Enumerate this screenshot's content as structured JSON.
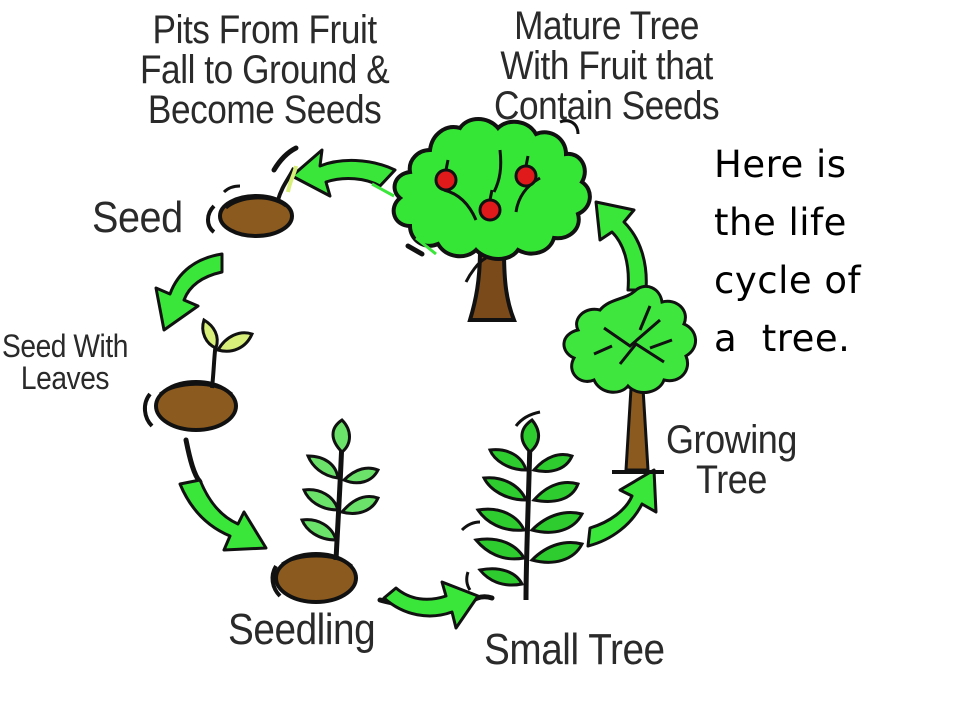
{
  "stages": {
    "pits": [
      "Pits From Fruit",
      "Fall to Ground &",
      "Become Seeds"
    ],
    "mature": [
      "Mature Tree",
      "With Fruit that",
      "Contain Seeds"
    ],
    "seed": "Seed",
    "seed_with_leaves": [
      "Seed With",
      "Leaves"
    ],
    "seedling": "Seedling",
    "small_tree": "Small Tree",
    "growing_tree": [
      "Growing",
      "Tree"
    ]
  },
  "caption": [
    "Here is",
    "the life",
    "cycle of",
    "a  tree."
  ],
  "colors": {
    "leaf_green": "#2ee62e",
    "arrow_green": "#39e639",
    "pale_leaf": "#d8f07a",
    "soil_brown": "#8b5a1e",
    "trunk_brown": "#7a4a1a",
    "fruit_red": "#e01a1a",
    "outline": "#111111"
  },
  "icons": [
    "arrow-icon",
    "seed-icon",
    "sprout-icon",
    "seedling-icon",
    "small-tree-icon",
    "growing-tree-icon",
    "mature-tree-icon"
  ]
}
